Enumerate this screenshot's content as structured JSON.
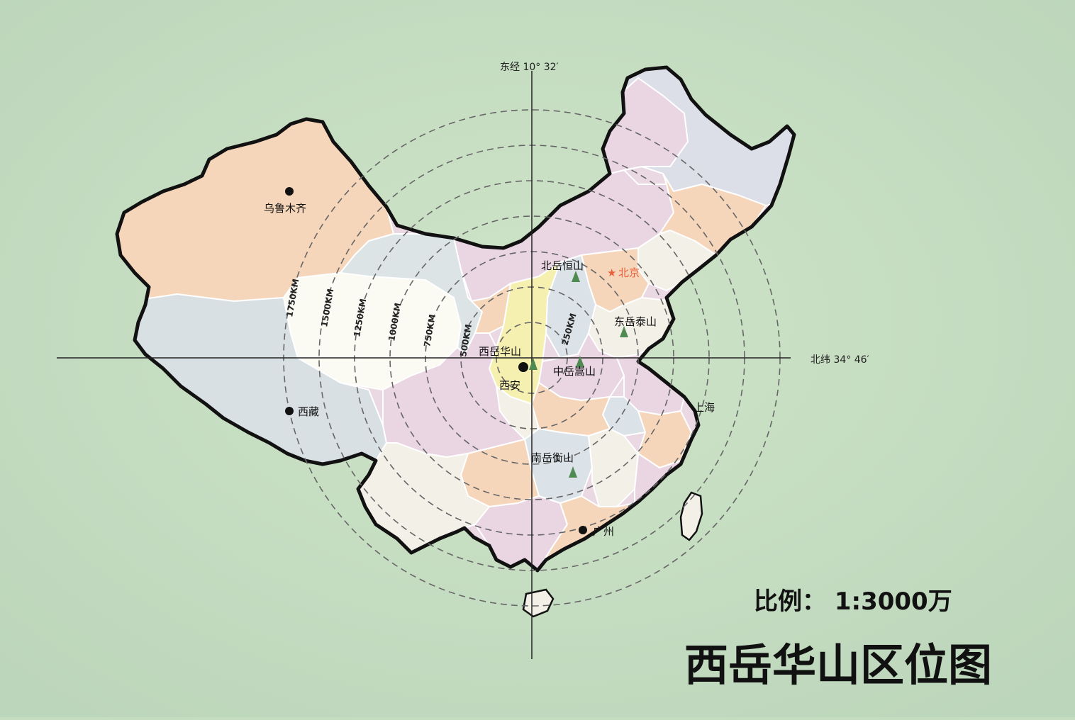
{
  "meridian_label": "东经 10° 32′",
  "parallel_label": "北纬 34° 46′",
  "rings": [
    {
      "label": "250KM"
    },
    {
      "label": "500KM"
    },
    {
      "label": "750KM"
    },
    {
      "label": "1000KM"
    },
    {
      "label": "1250KM"
    },
    {
      "label": "1500KM"
    },
    {
      "label": "1750KM"
    }
  ],
  "places": {
    "urumqi": "乌鲁木齐",
    "tibet": "西藏",
    "xian": "西安",
    "guangzhou": "广州",
    "shanghai": "上海",
    "beijing": "北京"
  },
  "mountains": {
    "huashan": "西岳华山",
    "hengshan_north": "北岳恒山",
    "taishan": "东岳泰山",
    "songshan": "中岳嵩山",
    "hengshan_south": "南岳衡山"
  },
  "scale": "比例：  1:3000万",
  "title": "西岳华山区位图",
  "colors": {
    "background": "#c4dcc0",
    "capital_star": "#e8603c",
    "mountain_icon": "#4f8a52",
    "border": "#111111"
  }
}
